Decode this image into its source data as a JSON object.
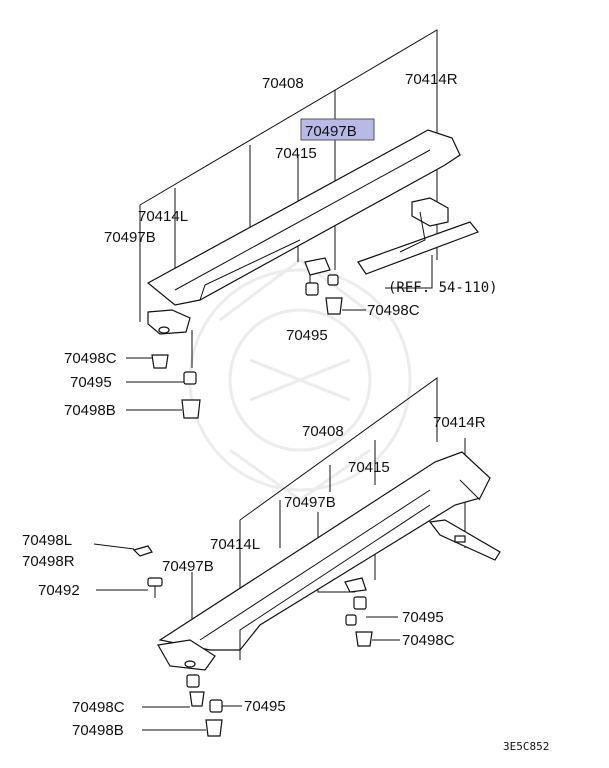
{
  "diagram": {
    "upper": {
      "p70408": "70408",
      "p70414R": "70414R",
      "p70497B_hl": "70497B",
      "p70415": "70415",
      "p70414L": "70414L",
      "p70497B": "70497B",
      "ref": "(REF. 54-110)",
      "p70498C_r": "70498C",
      "p70495_c": "70495",
      "p70498C_l": "70498C",
      "p70495_l": "70495",
      "p70498B_l": "70498B"
    },
    "lower": {
      "p70408": "70408",
      "p70414R": "70414R",
      "p70415": "70415",
      "p70497B_mid": "70497B",
      "p70414L": "70414L",
      "p70497B_l": "70497B",
      "p70498L": "70498L",
      "p70498R": "70498R",
      "p70492": "70492",
      "p70495_r": "70495",
      "p70498C_r": "70498C",
      "p70498C_b": "70498C",
      "p70495_b": "70495",
      "p70498B_b": "70498B"
    },
    "code": "3E5C852",
    "colors": {
      "highlight": "#b9b9e6",
      "line": "#111111"
    }
  }
}
